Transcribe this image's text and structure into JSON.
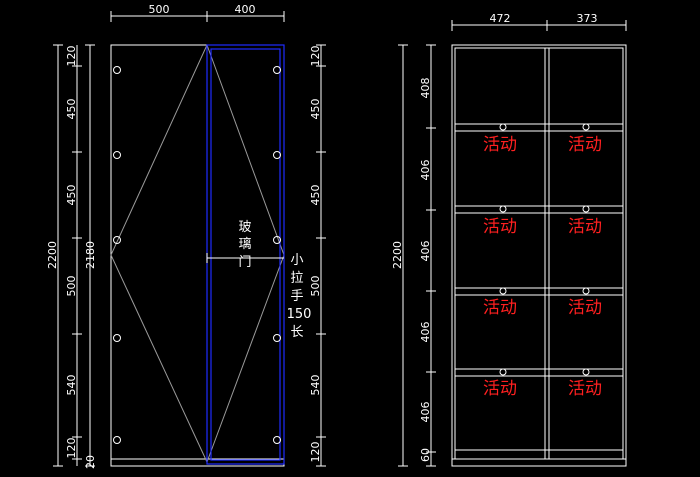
{
  "colors": {
    "background": "#000000",
    "line": "#ffffff",
    "glass_frame": "#1f2bff",
    "active_label": "#ff2020"
  },
  "left_elevation": {
    "width_dims": [
      "500",
      "400"
    ],
    "left_height_dims": [
      "2200",
      "2180"
    ],
    "segment_dims": [
      "120",
      "450",
      "450",
      "500",
      "540",
      "120",
      "20"
    ],
    "right_segment_dims": [
      "120",
      "450",
      "450",
      "500",
      "540",
      "120"
    ],
    "glass_door_label": [
      "玻",
      "璃",
      "门"
    ],
    "handle_label": [
      "小",
      "拉",
      "手",
      "150",
      "长"
    ]
  },
  "right_section": {
    "width_dims": [
      "472",
      "373"
    ],
    "height_dim": "2200",
    "shelf_dims": [
      "408",
      "406",
      "406",
      "406",
      "406",
      "60"
    ],
    "active_label": "活动"
  }
}
